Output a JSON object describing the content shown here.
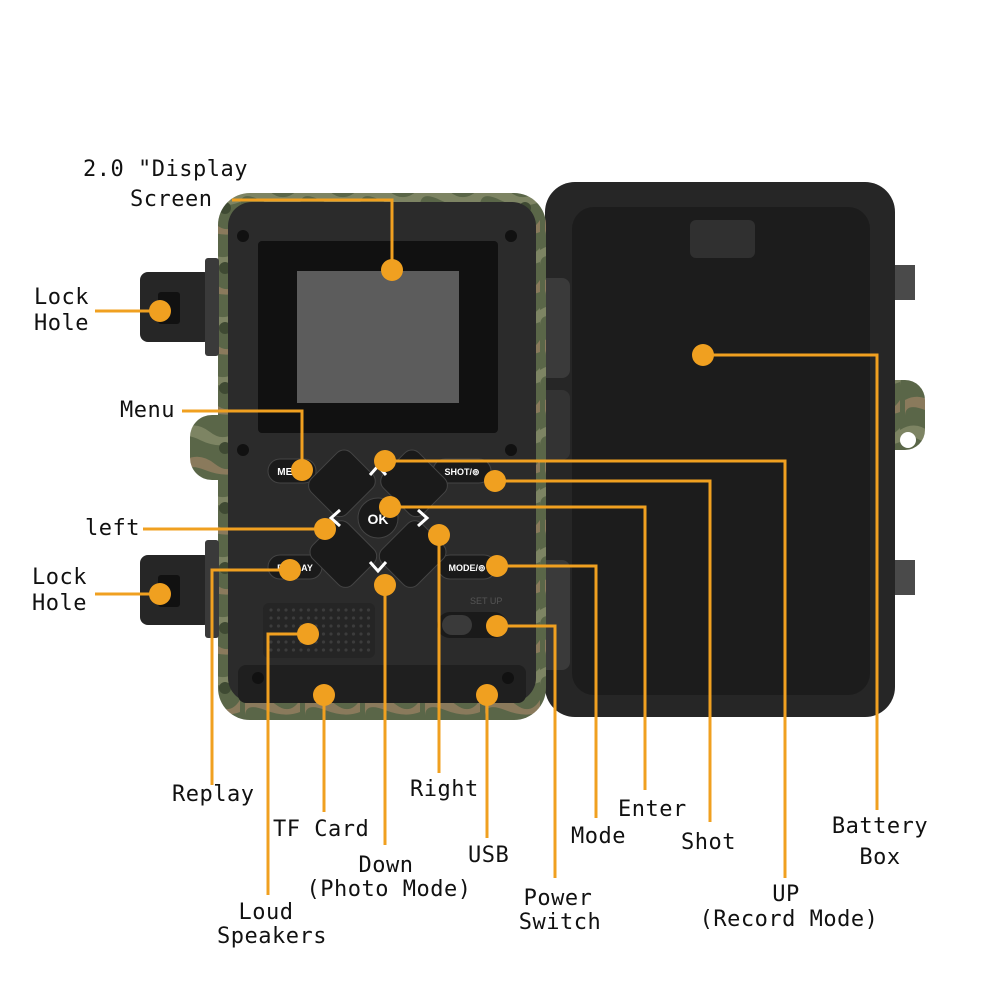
{
  "colors": {
    "leader": "#F0A020",
    "camo_frame": "#5a6648",
    "body_dark": "#2b2b2b",
    "screen_bezel": "#111111",
    "screen_lcd": "#5c5c5c",
    "label_text": "#111111"
  },
  "labels": {
    "display_1": "2.0 \"Display",
    "display_2": "Screen",
    "lock_top_1": "Lock",
    "lock_top_2": "Hole",
    "menu": "Menu",
    "left": "left",
    "lock_bottom_1": "Lock",
    "lock_bottom_2": "Hole",
    "replay": "Replay",
    "tf_card": "TF Card",
    "down_1": "Down",
    "down_2": "(Photo Mode)",
    "loud_1": "Loud",
    "loud_2": "Speakers",
    "right": "Right",
    "usb": "USB",
    "power_1": "Power",
    "power_2": "Switch",
    "mode": "Mode",
    "enter": "Enter",
    "shot": "Shot",
    "up_1": "UP",
    "up_2": "(Record Mode)",
    "battery_1": "Battery",
    "battery_2": "Box"
  },
  "buttons": {
    "menu": "MENU",
    "shot": "SHOT/⊚",
    "ok": "OK",
    "replay": "REPLAY",
    "mode": "MODE/⊚",
    "setup": "SET UP"
  },
  "icons": {
    "up": "arrow-up-icon",
    "down": "arrow-down-icon",
    "left": "arrow-left-icon",
    "right": "arrow-right-icon"
  }
}
